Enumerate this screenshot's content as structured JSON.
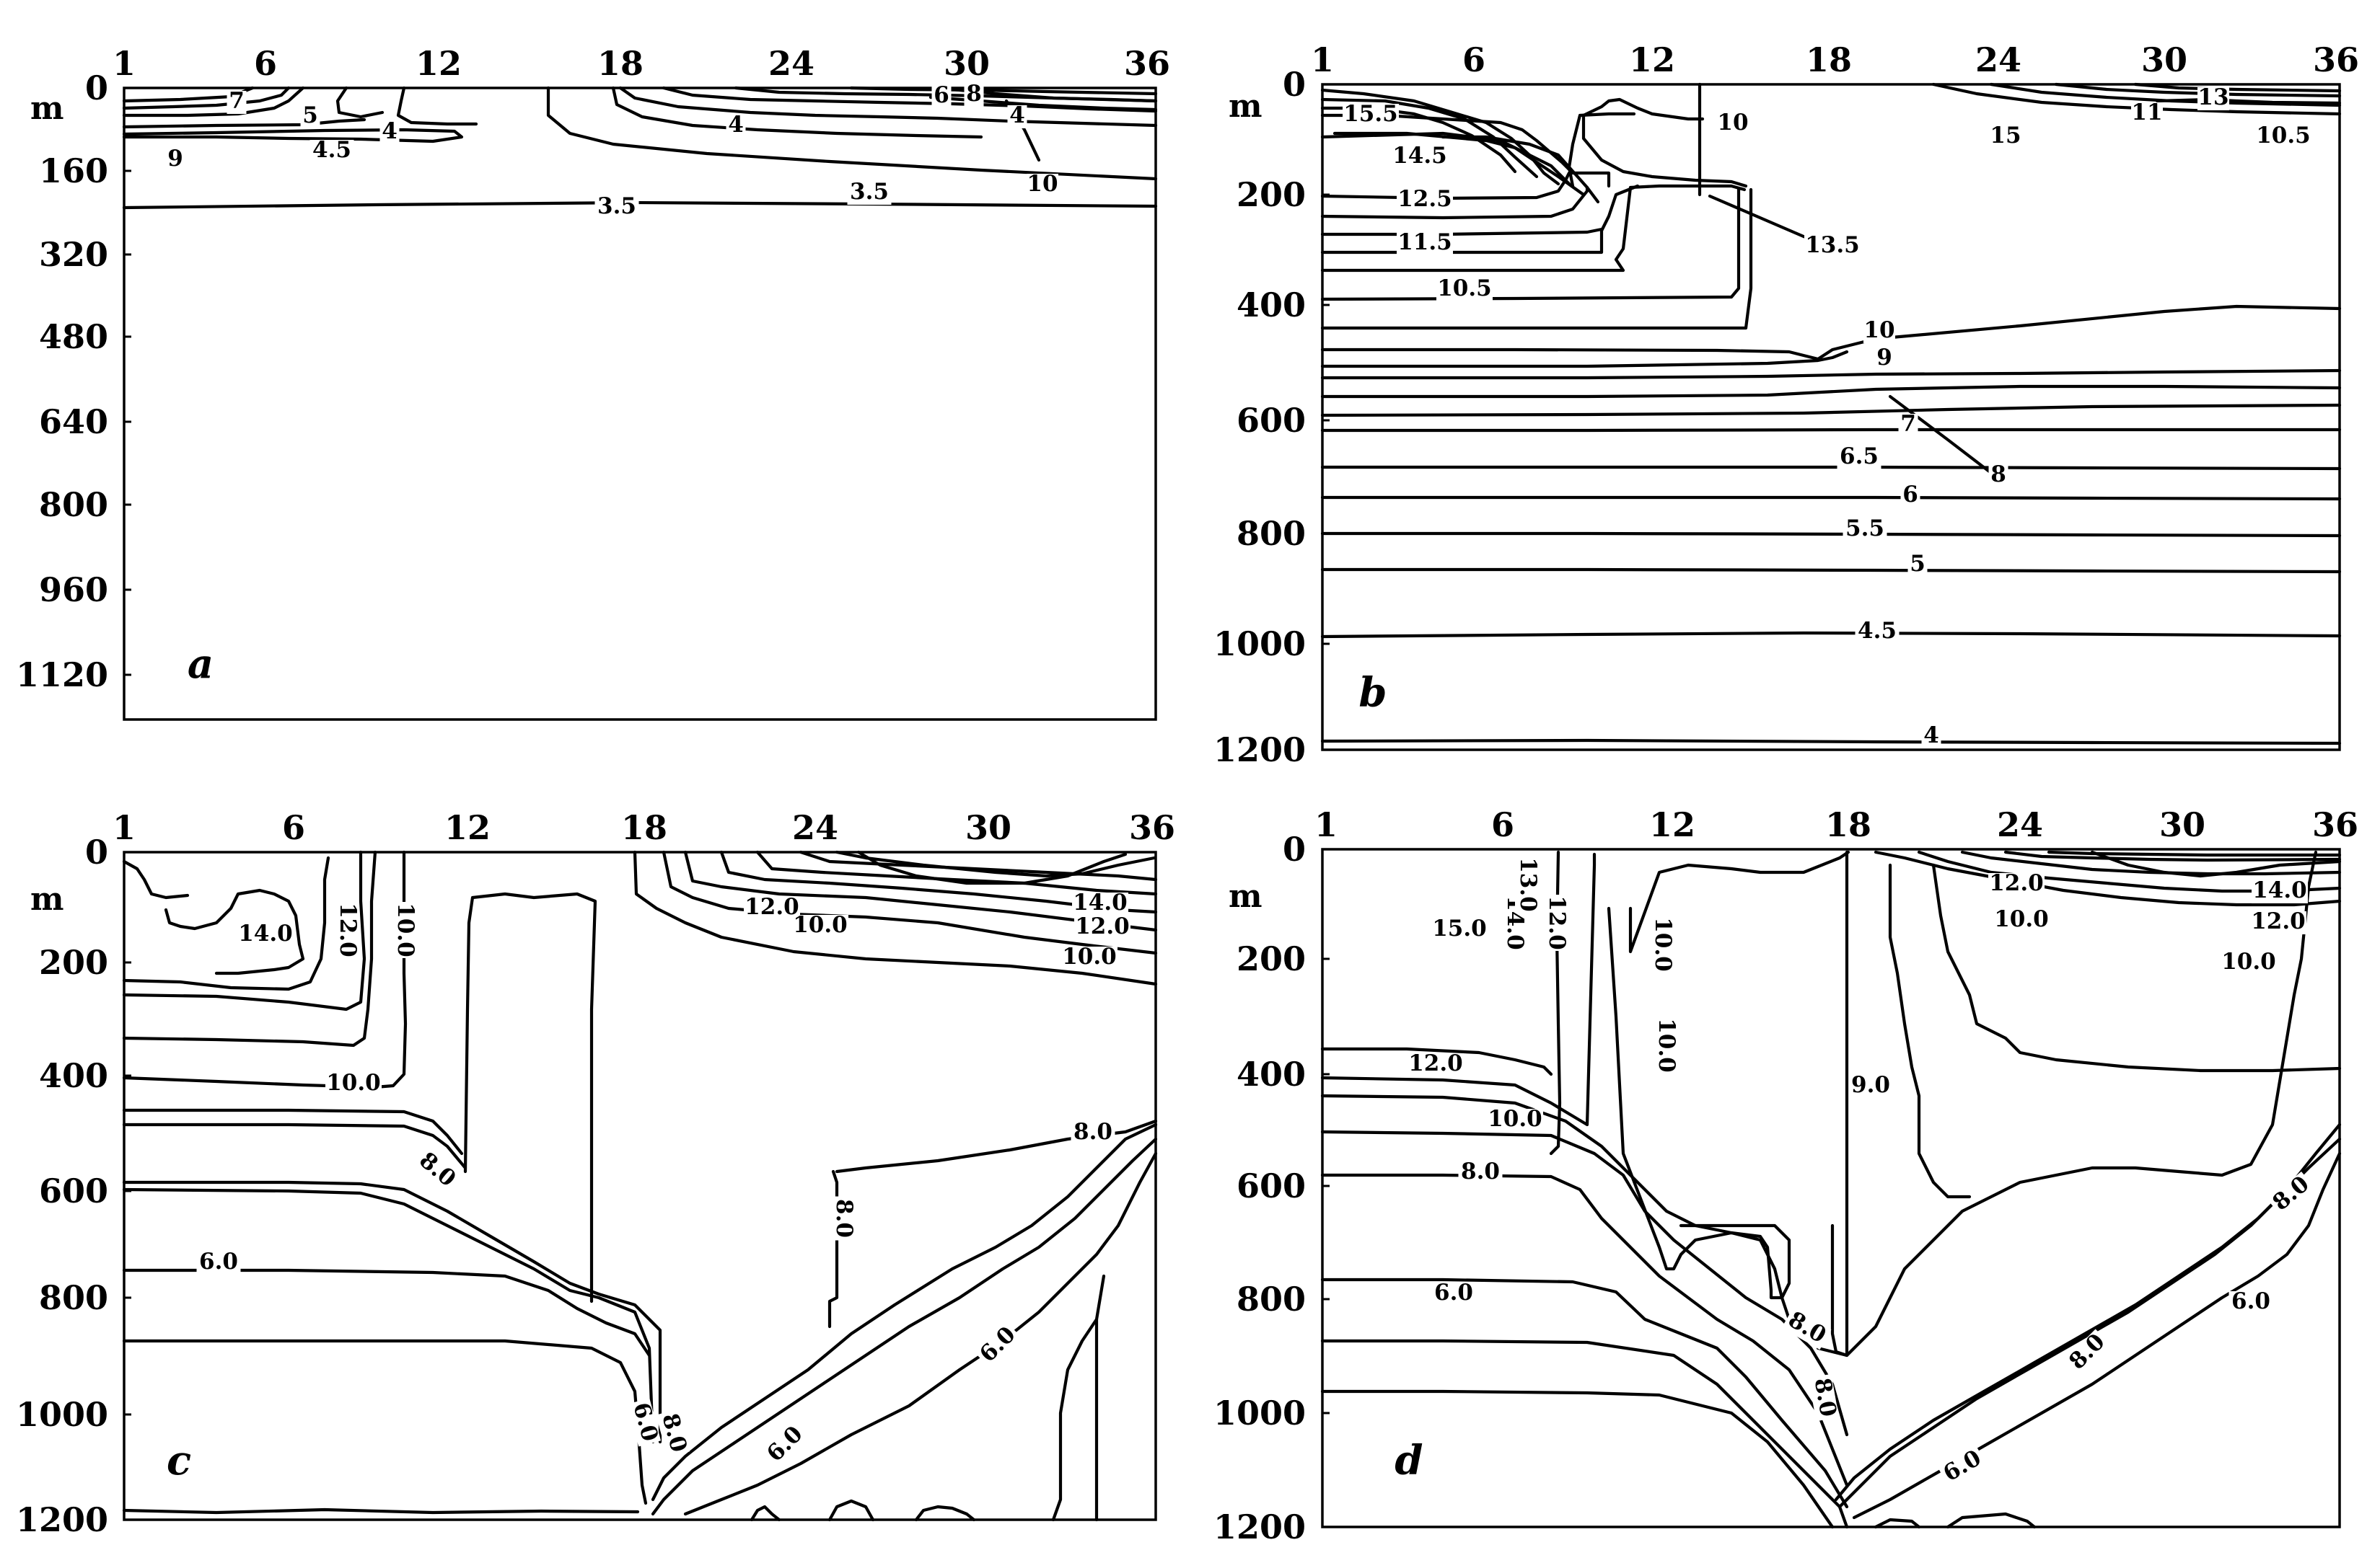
{
  "colors": {
    "line": "#000000",
    "background": "#ffffff"
  },
  "panels": [
    {
      "id": "a",
      "label": "a",
      "depth_unit": "m",
      "x_ticks": [
        "1",
        "6",
        "12",
        "18",
        "24",
        "30",
        "36"
      ],
      "y_ticks": [
        "0",
        "160",
        "320",
        "480",
        "640",
        "800",
        "960",
        "1120"
      ],
      "contours": [
        {
          "value": 3.5,
          "label": "3.5"
        },
        {
          "value": 3.5,
          "label": "3.5"
        },
        {
          "value": 4,
          "label": "4"
        },
        {
          "value": 4,
          "label": "4"
        },
        {
          "value": 4,
          "label": "4"
        },
        {
          "value": 4.5,
          "label": "4.5"
        },
        {
          "value": 5,
          "label": "5"
        },
        {
          "value": 6,
          "label": "6"
        },
        {
          "value": 7,
          "label": "7"
        },
        {
          "value": 8,
          "label": "8"
        },
        {
          "value": 9,
          "label": "9"
        },
        {
          "value": 10,
          "label": "10"
        }
      ]
    },
    {
      "id": "b",
      "label": "b",
      "depth_unit": "m",
      "x_ticks": [
        "1",
        "6",
        "12",
        "18",
        "24",
        "30",
        "36"
      ],
      "y_ticks": [
        "0",
        "200",
        "400",
        "600",
        "800",
        "1000",
        "1200"
      ],
      "contours": [
        {
          "value": 15.5,
          "label": "15.5"
        },
        {
          "value": 14.5,
          "label": "14.5"
        },
        {
          "value": 13.5,
          "label": "13.5"
        },
        {
          "value": 12.5,
          "label": "12.5"
        },
        {
          "value": 11.5,
          "label": "11.5"
        },
        {
          "value": 10.5,
          "label": "10.5"
        },
        {
          "value": 10,
          "label": "10"
        },
        {
          "value": 10,
          "label": "10"
        },
        {
          "value": 9,
          "label": "9"
        },
        {
          "value": 8,
          "label": "8"
        },
        {
          "value": 7,
          "label": "7"
        },
        {
          "value": 6.5,
          "label": "6.5"
        },
        {
          "value": 6,
          "label": "6"
        },
        {
          "value": 5.5,
          "label": "5.5"
        },
        {
          "value": 5,
          "label": "5"
        },
        {
          "value": 4.5,
          "label": "4.5"
        },
        {
          "value": 4,
          "label": "4"
        },
        {
          "value": 15,
          "label": "15"
        },
        {
          "value": 13,
          "label": "13"
        },
        {
          "value": 11,
          "label": "11"
        },
        {
          "value": 10.5,
          "label": "10.5"
        }
      ]
    },
    {
      "id": "c",
      "label": "c",
      "depth_unit": "m",
      "x_ticks": [
        "1",
        "6",
        "12",
        "18",
        "24",
        "30",
        "36"
      ],
      "y_ticks": [
        "0",
        "200",
        "400",
        "600",
        "800",
        "1000",
        "1200"
      ],
      "contours": [
        {
          "value": 14.0,
          "label": "14.0"
        },
        {
          "value": 12.0,
          "label": "12.0"
        },
        {
          "value": 10.0,
          "label": "10.0"
        },
        {
          "value": 10.0,
          "label": "10.0"
        },
        {
          "value": 12.0,
          "label": "12.0"
        },
        {
          "value": 10.0,
          "label": "10.0"
        },
        {
          "value": 14.0,
          "label": "14.0"
        },
        {
          "value": 12.0,
          "label": "12.0"
        },
        {
          "value": 10.0,
          "label": "10.0"
        },
        {
          "value": 8.0,
          "label": "8.0"
        },
        {
          "value": 8.0,
          "label": "8.0"
        },
        {
          "value": 8.0,
          "label": "8.0"
        },
        {
          "value": 6.0,
          "label": "6.0"
        },
        {
          "value": 6.0,
          "label": "6.0"
        },
        {
          "value": 8.0,
          "label": "8.0"
        },
        {
          "value": 6.0,
          "label": "6.0"
        },
        {
          "value": 6.0,
          "label": "6.0"
        }
      ]
    },
    {
      "id": "d",
      "label": "d",
      "depth_unit": "m",
      "x_ticks": [
        "1",
        "6",
        "12",
        "18",
        "24",
        "30",
        "36"
      ],
      "y_ticks": [
        "0",
        "200",
        "400",
        "600",
        "800",
        "1000",
        "1200"
      ],
      "contours": [
        {
          "value": 15.0,
          "label": "15.0"
        },
        {
          "value": 14.0,
          "label": "14.0"
        },
        {
          "value": 13.0,
          "label": "13.0"
        },
        {
          "value": 12.0,
          "label": "12.0"
        },
        {
          "value": 10.0,
          "label": "10.0"
        },
        {
          "value": 12.0,
          "label": "12.0"
        },
        {
          "value": 10.0,
          "label": "10.0"
        },
        {
          "value": 10.0,
          "label": "10.0"
        },
        {
          "value": 8.0,
          "label": "8.0"
        },
        {
          "value": 9.0,
          "label": "9.0"
        },
        {
          "value": 12.0,
          "label": "12.0"
        },
        {
          "value": 14.0,
          "label": "14.0"
        },
        {
          "value": 10.0,
          "label": "10.0"
        },
        {
          "value": 12.0,
          "label": "12.0"
        },
        {
          "value": 10.0,
          "label": "10.0"
        },
        {
          "value": 6.0,
          "label": "6.0"
        },
        {
          "value": 8.0,
          "label": "8.0"
        },
        {
          "value": 8.0,
          "label": "8.0"
        },
        {
          "value": 8.0,
          "label": "8.0"
        },
        {
          "value": 8.0,
          "label": "8.0"
        },
        {
          "value": 6.0,
          "label": "6.0"
        },
        {
          "value": 6.0,
          "label": "6.0"
        }
      ]
    }
  ]
}
